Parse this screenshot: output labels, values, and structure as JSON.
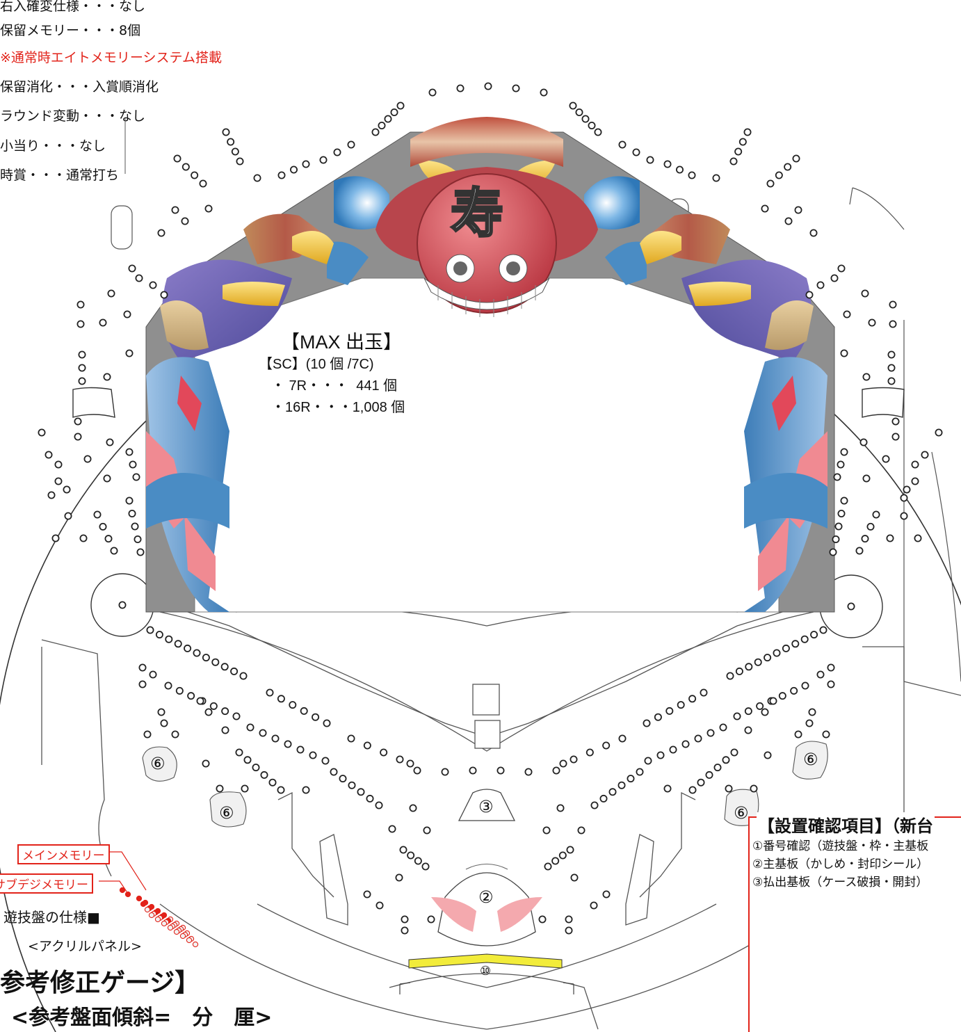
{
  "spec_lines": [
    {
      "text": "右入確変仕様・・・なし",
      "color": "#111111"
    },
    {
      "text": "保留メモリー・・・8個",
      "color": "#111111"
    },
    {
      "text": "※通常時エイトメモリーシステム搭載",
      "color": "#e2231a"
    },
    {
      "text": "保留消化・・・入賞順消化",
      "color": "#111111"
    },
    {
      "text": "ラウンド変動・・・なし",
      "color": "#111111"
    },
    {
      "text": "小当り・・・なし",
      "color": "#111111"
    },
    {
      "text": "時賞・・・通常打ち",
      "color": "#111111"
    }
  ],
  "max_payout": {
    "title": "【MAX 出玉】",
    "sc_line": "【SC】(10 個 /7C)",
    "lines": [
      "・ 7R・・・  441 個",
      "・16R・・・1,008 個"
    ]
  },
  "center_character": "寿",
  "number_markers": {
    "six_a": "⑥",
    "six_b": "⑥",
    "six_c": "⑥",
    "six_d": "⑥",
    "three": "③",
    "two": "②",
    "ten": "⑩"
  },
  "memory_labels": {
    "main": "メインメモリー",
    "sub": "サブデジメモリー"
  },
  "board_spec_label": "遊技盤の仕様■",
  "acrylic_label": "<アクリルパネル>",
  "gauge_title": "参考修正ゲージ】",
  "tilt_label": "<参考盤面傾斜=　分　厘>",
  "install_check": {
    "title": "【設置確認項目】（新台",
    "items": [
      "①番号確認（遊技盤・枠・主基板",
      "②主基板（かしめ・封印シール）",
      "③払出基板（ケース破損・開封）"
    ]
  },
  "colors": {
    "accent_red": "#e2231a",
    "head_red": "#c9474c",
    "dragon_purple": "#6e6ab0",
    "dragon_blue": "#4a8cc4",
    "dragon_gold": "#e8b52a",
    "pink": "#f08a92",
    "gray_frame": "#8c8c8c",
    "yellow_bar": "#f2ec3a"
  }
}
